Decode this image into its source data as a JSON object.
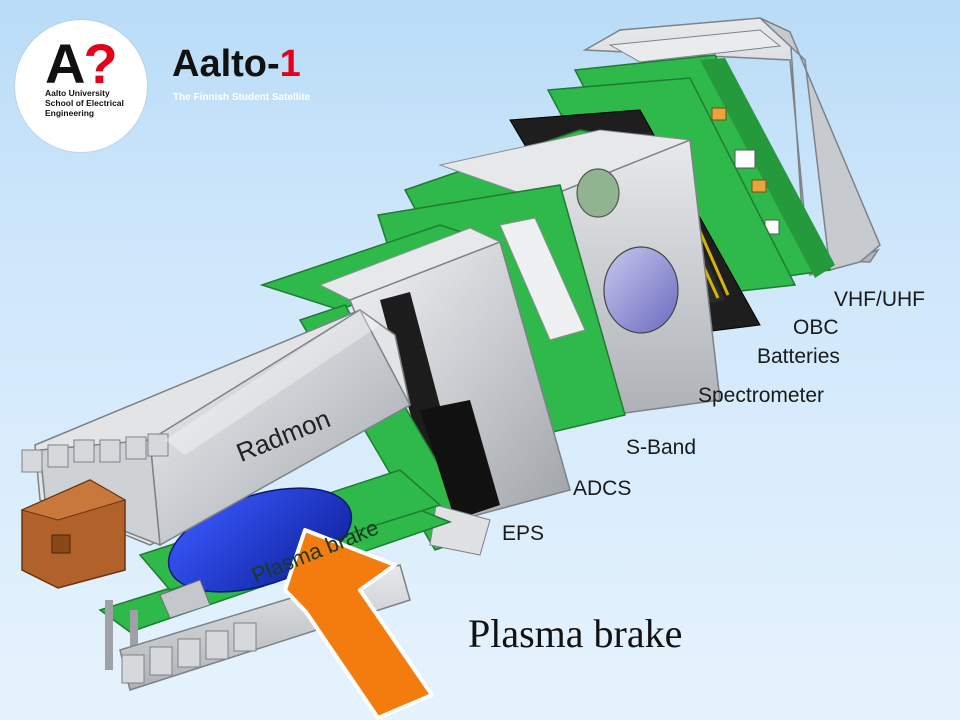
{
  "logo": {
    "mark_letter": "A",
    "mark_symbol": "?",
    "line1": "Aalto University",
    "line2": "School of Electrical",
    "line3": "Engineering"
  },
  "brand": {
    "name": "Aalto-",
    "number": "1",
    "subtitle": "The Finnish Student Satellite"
  },
  "labels": {
    "vhf_uhf": "VHF/UHF",
    "obc": "OBC",
    "batteries": "Batteries",
    "spectrometer": "Spectrometer",
    "s_band": "S-Band",
    "adcs": "ADCS",
    "eps": "EPS",
    "radmon": "Radmon",
    "plasma_brake_board": "Plasma brake"
  },
  "caption": "Plasma brake",
  "colors": {
    "pcb_green": "#2fb94a",
    "aluminium": "#d4d7db",
    "arrow_orange": "#f47c0f",
    "accent_red": "#e3001b",
    "tether_blue": "#1833c4",
    "copper_block": "#b0622a"
  }
}
